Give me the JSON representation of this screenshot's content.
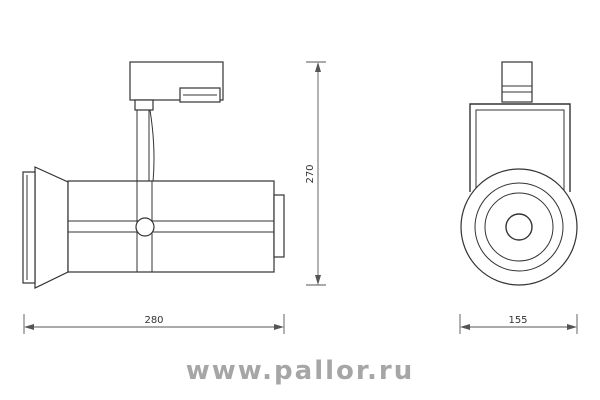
{
  "dimensions": {
    "width_side": "280",
    "height": "270",
    "width_front": "155"
  },
  "watermark": "www.pallor.ru",
  "colors": {
    "line": "#333333",
    "dimension": "#555555",
    "watermark": "#a6a6a6",
    "background": "#ffffff"
  }
}
